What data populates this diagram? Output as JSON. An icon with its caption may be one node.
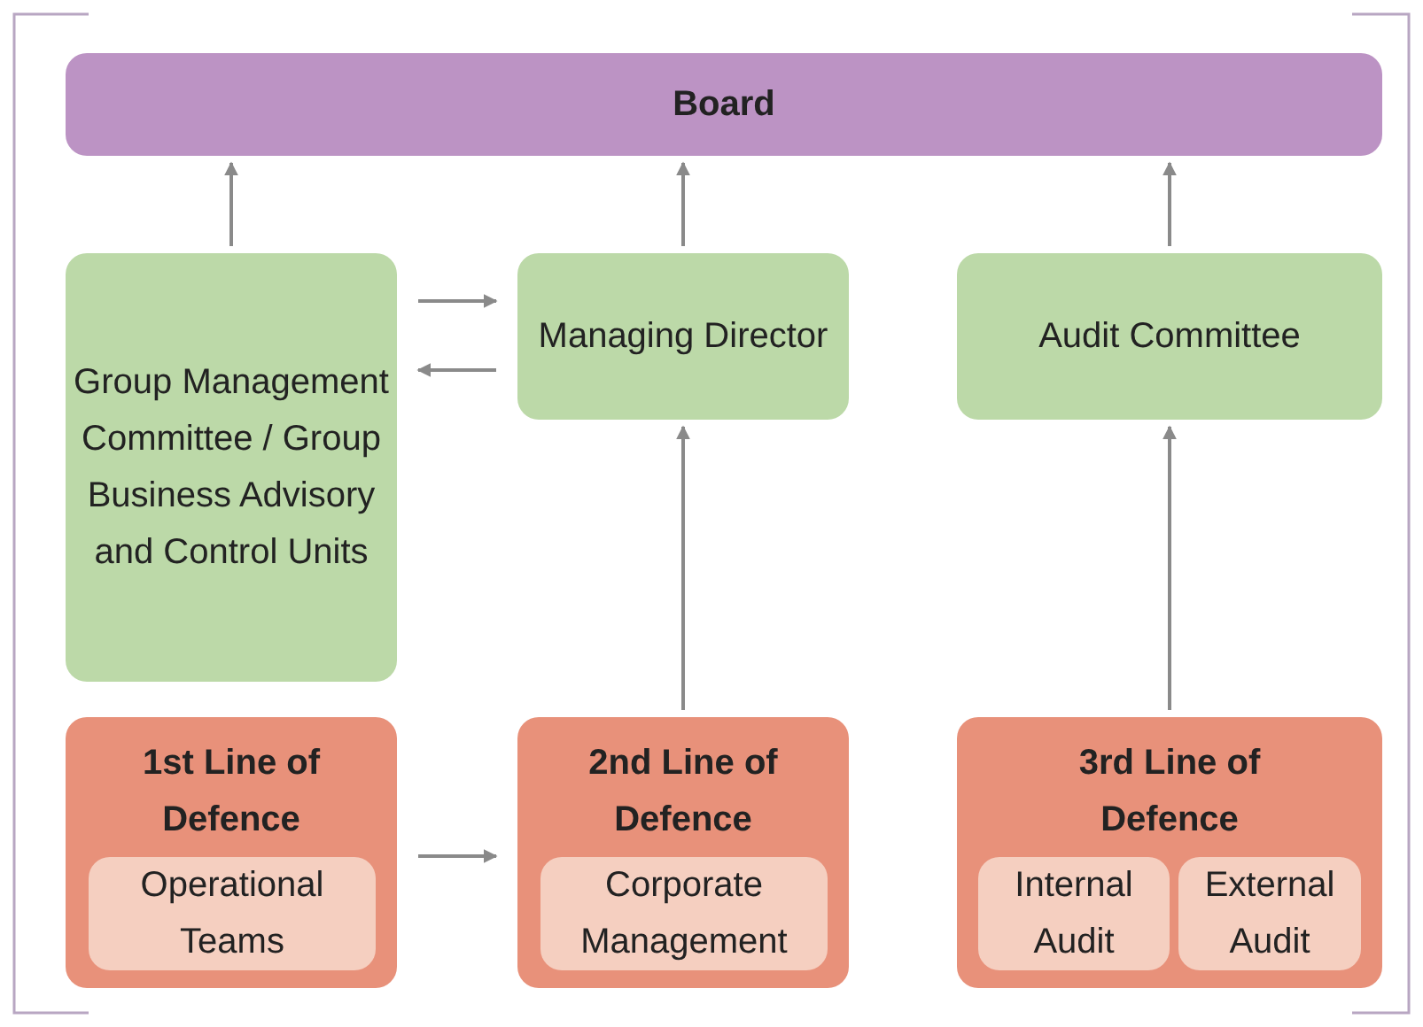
{
  "diagram": {
    "nodes": [
      {
        "text": [
          "Board"
        ]
      },
      {
        "text": [
          "Group Management Committee / Group Business Advisory and Control Units"
        ]
      },
      {
        "text": [
          "Managing Director"
        ]
      },
      {
        "text": [
          "Audit Committee"
        ]
      },
      {
        "text": [
          "1st Line of Defence"
        ]
      },
      {
        "text": [
          "Operational Teams"
        ],
        "in": 4
      },
      {
        "text": [
          "2nd Line of Defence"
        ]
      },
      {
        "text": [
          "Corporate Management"
        ],
        "in": 6
      },
      {
        "text": [
          "3rd Line of Defence"
        ]
      },
      {
        "text": [
          "Internal Audit"
        ],
        "in": 8
      },
      {
        "text": [
          "External Audit"
        ],
        "in": 8
      }
    ],
    "edges": [
      {
        "from": 1,
        "to": 0,
        "arrow": "to"
      },
      {
        "from": 2,
        "to": 0,
        "arrow": "to"
      },
      {
        "from": 3,
        "to": 0,
        "arrow": "to"
      },
      {
        "from": 1,
        "to": 2,
        "arrow": "to"
      },
      {
        "from": 2,
        "to": 1,
        "arrow": "to"
      },
      {
        "from": 6,
        "to": 2,
        "arrow": "to"
      },
      {
        "from": 8,
        "to": 3,
        "arrow": "to"
      },
      {
        "from": 4,
        "to": 6,
        "arrow": "to"
      }
    ]
  }
}
